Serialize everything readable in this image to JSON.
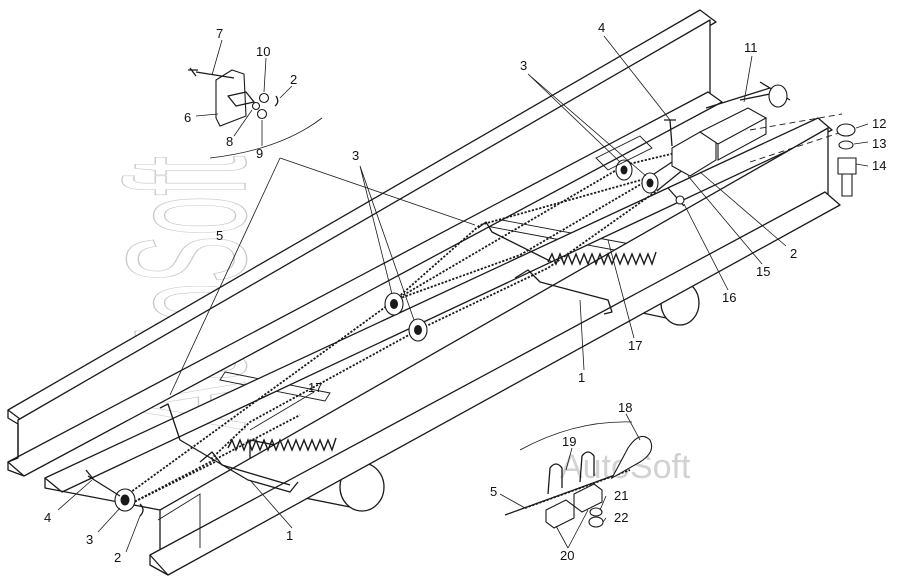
{
  "watermark": {
    "large": "AutoSoft",
    "small": "AutoSoft"
  },
  "callouts": [
    {
      "id": "c7a",
      "text": "7"
    },
    {
      "id": "c10",
      "text": "10"
    },
    {
      "id": "c2a",
      "text": "2"
    },
    {
      "id": "c6",
      "text": "6"
    },
    {
      "id": "c8",
      "text": "8"
    },
    {
      "id": "c9",
      "text": "9"
    },
    {
      "id": "c3a",
      "text": "3"
    },
    {
      "id": "c4a",
      "text": "4"
    },
    {
      "id": "c3b",
      "text": "3"
    },
    {
      "id": "c11",
      "text": "11"
    },
    {
      "id": "c12",
      "text": "12"
    },
    {
      "id": "c13",
      "text": "13"
    },
    {
      "id": "c14",
      "text": "14"
    },
    {
      "id": "c5a",
      "text": "5"
    },
    {
      "id": "c2b",
      "text": "2"
    },
    {
      "id": "c15",
      "text": "15"
    },
    {
      "id": "c16",
      "text": "16"
    },
    {
      "id": "c17a",
      "text": "17"
    },
    {
      "id": "c1a",
      "text": "1"
    },
    {
      "id": "c17b",
      "text": "17"
    },
    {
      "id": "c18",
      "text": "18"
    },
    {
      "id": "c19",
      "text": "19"
    },
    {
      "id": "c4b",
      "text": "4"
    },
    {
      "id": "c3c",
      "text": "3"
    },
    {
      "id": "c2c",
      "text": "2"
    },
    {
      "id": "c1b",
      "text": "1"
    },
    {
      "id": "c5b",
      "text": "5"
    },
    {
      "id": "c21",
      "text": "21"
    },
    {
      "id": "c22",
      "text": "22"
    },
    {
      "id": "c20",
      "text": "20"
    }
  ]
}
